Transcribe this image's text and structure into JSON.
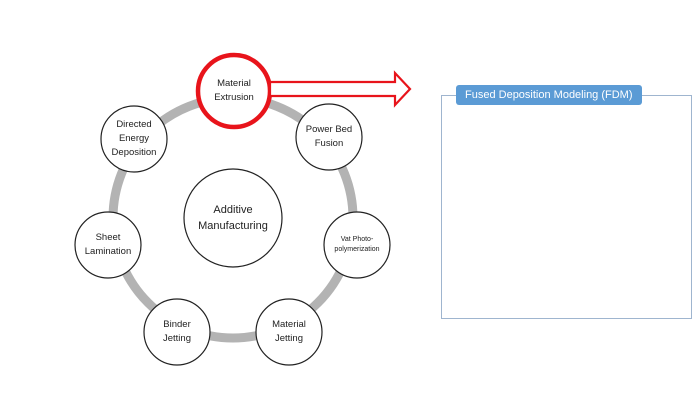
{
  "center": {
    "line1": "Additive",
    "line2": "Manufacturing"
  },
  "nodes": [
    {
      "id": "material-extrusion",
      "lines": [
        "Material",
        "Extrusion"
      ],
      "highlighted": true
    },
    {
      "id": "power-bed-fusion",
      "lines": [
        "Power Bed",
        "Fusion"
      ]
    },
    {
      "id": "vat-photopolymerization",
      "lines": [
        "Vat Photo-",
        "polymerization"
      ]
    },
    {
      "id": "material-jetting",
      "lines": [
        "Material",
        "Jetting"
      ]
    },
    {
      "id": "binder-jetting",
      "lines": [
        "Binder",
        "Jetting"
      ]
    },
    {
      "id": "sheet-lamination",
      "lines": [
        "Sheet",
        "Lamination"
      ]
    },
    {
      "id": "directed-energy-deposition",
      "lines": [
        "Directed",
        "Energy",
        "Deposition"
      ]
    }
  ],
  "fdm": {
    "title": "Fused Deposition Modeling (FDM)"
  },
  "colors": {
    "ring": "#b3b3b3",
    "highlight": "#e8141b",
    "node_border": "#222222",
    "panel_title_bg": "#5b9bd5"
  }
}
